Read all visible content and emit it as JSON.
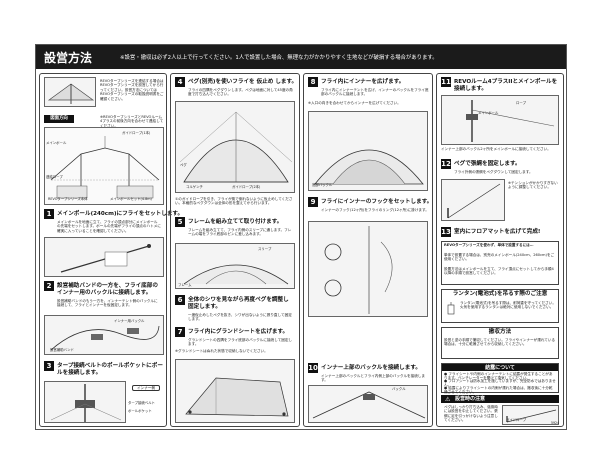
{
  "header": {
    "title": "設営方法",
    "note": "※設営・撤収は必ず2人以上で行ってください。1人で設置した場合、無理な力がかかりやすく生地などが破損する場合があります。"
  },
  "intro": {
    "text": "REVOタープシリーズを連結する場合はREVOタープシリーズを設営してから行ってください。設営方法についてはREVOタープシリーズの取扱説明書をご確認ください。"
  },
  "figure": {
    "tag": "図面方向",
    "caption": "※REVOタープシリーズとREVOルーム4プラスの前後方向を合わせて連結してください。",
    "label_guy": "ガイドロープ(1本)",
    "label_pole": "メインポール",
    "label_ring": "連結ロープ",
    "label_revo": "REVOタープシリーズ本体",
    "label_set": "メインポールセット(4.8m)"
  },
  "step1": {
    "num": "1",
    "title": "メインポール(240cm)にフライをセットします。",
    "text": "メインポールを地面に立て、フライの頂点部分にメインポールの先端をセットします。ポールの先端がフライの頂点のハトメに確実に入っていることを確認してください。"
  },
  "step2": {
    "num": "2",
    "title": "設営補助バンドの一方を、フライ底部のインナー用のバックルに接続します。",
    "text": "設営補助バンドのもう一方を、インナーテント側のバックルに接続して、フライとインナーを仮固定します。",
    "label_band": "設営補助バンド",
    "label_buckle": "インナー用バックル"
  },
  "step3": {
    "num": "3",
    "title": "タープ接続ベルトのポールポケットにポールを接続します。",
    "label_belt": "タープ接続ベルト",
    "label_pocket": "ポールポケット",
    "label_inner": "インナー側"
  },
  "step4": {
    "num": "4",
    "title": "ペグ(別売)を使いフライを 仮止め します。",
    "text": "フライの四隅をペグダウンします。ペグは地面に対して45度の角度で打ち込んでください。",
    "badge": "仮止め",
    "label_a": "ペグ",
    "label_b": "ガイドロープ(2本)",
    "label_c": "コルゲンチ",
    "note": "①のガイドロープを引き、フライが風で倒れないように仮止めしてください。本格的なペグダウンは全体の形を整えてから行います。"
  },
  "step5": {
    "num": "5",
    "title": "フレームを組み立てて取り付けます。",
    "text": "フレームを組み立てて、フライ内側のスリーブに通します。フレームの端をフライ底部のピンに差し込みます。",
    "label_frame": "フレーム",
    "label_sleeve": "スリーブ"
  },
  "step6": {
    "num": "6",
    "title": "全体のシワを見ながら再度ペグを調整し固定します。",
    "text": "一度仮止めしたペグを抜き、シワが出ないように張り直して固定します。"
  },
  "step7": {
    "num": "7",
    "title": "フライ内にグランドシートを広げます。",
    "text": "グランドシートの四隅をフライ底部のバックルに接続して固定します。",
    "note": "※グランドシートはぬれた状態で収納しないでください。"
  },
  "step8": {
    "num": "8",
    "title": "フライ内にインナーを広げます。",
    "text": "フライ内にインナーテントを広げ、インナーのバックルをフライ底部のバックルに接続します。",
    "note": "※入口の向きを合わせてからインナーを広げてください。",
    "label_buckle": "底部バックル"
  },
  "step9": {
    "num": "9",
    "title": "フライにインナーのフックをセットします。",
    "text": "インナーのフック(12ヶ所)をフライのリング(12ヶ所)に掛けます。"
  },
  "step10": {
    "num": "10",
    "title": "インナー上部のバックルを接続します。",
    "text": "インナー上部のバックルとフライ内側上部のバックルを接続します。",
    "label_buckle": "バックル"
  },
  "step11": {
    "num": "11",
    "title": "REVOルーム4プラスIIとメインポールを接続します。",
    "label_pole": "メインポール",
    "label_rope": "ロープ",
    "text": "インナー上部のバックル2ヶ所をメインポールに接続してください。"
  },
  "step12": {
    "num": "12",
    "title": "ペグで張綱を固定します。",
    "text": "フライ外側の張綱をペグダウンして固定します。",
    "note": "※テンションがかかりすぎないように調整してください。"
  },
  "step13": {
    "num": "13",
    "title": "室内にフロアマットを広げて完成!"
  },
  "tips": {
    "title": "REVOタープシリーズを使わず、単体で設置するには…",
    "text": "単体で設置する場合は、別売のメインポール(240cm、260cm)をご使用ください。",
    "text2": "設置方法はメインポールを立て、フライ頂点にセットしてから手順4以降の手順で設営してください。"
  },
  "lantern": {
    "title": "ランタン(電池式)を吊るす際のご注意",
    "text": "ランタン(電池式)を吊るす際は、耐荷重を守ってください。火気を使用するランタンは絶対に使用しないでください。"
  },
  "storage": {
    "title": "撤収方法",
    "text": "設営と逆の手順で撤収してください。フライやインナーが濡れている場合は、十分に乾燥させてから収納してください。"
  },
  "caution": {
    "title": "結露について",
    "items": [
      "● フライシートや内側のインナーテントに結露が発生することがあります。ベンチレーターを開けて換気してください。",
      "● フロアシートは防水加工を施していますが、完全防水ではありません。",
      "● 結露によりフライシートの内側が濡れた場合は、撤収後に十分乾燥させてください。"
    ]
  },
  "warning": {
    "title": "設営時の注意",
    "text": "ペグはしっかり打ち込み、強風時には設営を中止してください。張綱に足を引っかけないよう注意してください。",
    "label": "ガイドロープ"
  },
  "footer": {
    "code": "5924"
  }
}
